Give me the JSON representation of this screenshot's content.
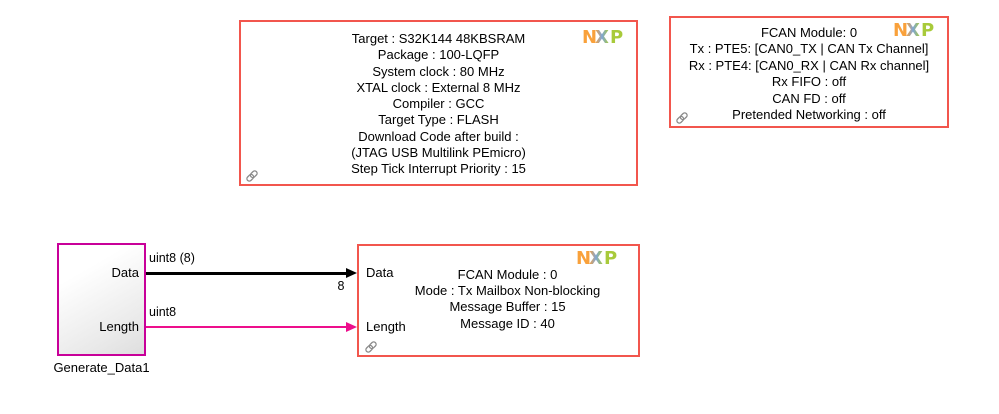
{
  "colors": {
    "block_border_red": "#F2564D",
    "generate_border": "#C80099",
    "signal_black": "#000000",
    "signal_magenta": "#ED0E8C",
    "paperclip_gray": "#8A8A8A",
    "logo_orange": "#F9A13B",
    "logo_blue": "#7FA6D6",
    "logo_green": "#A8CA3A"
  },
  "logo": {
    "letters": [
      "N",
      "X",
      "P"
    ]
  },
  "blocks": {
    "mcu_config": {
      "lines": [
        "Target : S32K144 48KBSRAM",
        "Package : 100-LQFP",
        "System clock : 80 MHz",
        "XTAL clock : External 8 MHz",
        "Compiler : GCC",
        "Target Type : FLASH",
        "Download Code after build :",
        "(JTAG USB Multilink PEmicro)",
        "Step Tick Interrupt Priority : 15"
      ]
    },
    "can_config": {
      "lines": [
        "FCAN Module: 0",
        "Tx : PTE5: [CAN0_TX | CAN Tx Channel]",
        "Rx : PTE4: [CAN0_RX | CAN Rx channel]",
        "Rx FIFO : off",
        "CAN FD : off",
        "Pretended Networking : off"
      ]
    },
    "generate_data": {
      "label": "Generate_Data1",
      "ports": {
        "data": "Data",
        "length": "Length"
      }
    },
    "can_send": {
      "lines": [
        "FCAN Module : 0",
        "Mode : Tx Mailbox Non-blocking",
        "Message Buffer : 15",
        "Message ID : 40"
      ],
      "ports": {
        "data": "Data",
        "length": "Length"
      }
    }
  },
  "signals": {
    "data": {
      "type_label": "uint8 (8)",
      "dim_label": "8"
    },
    "length": {
      "type_label": "uint8"
    }
  }
}
